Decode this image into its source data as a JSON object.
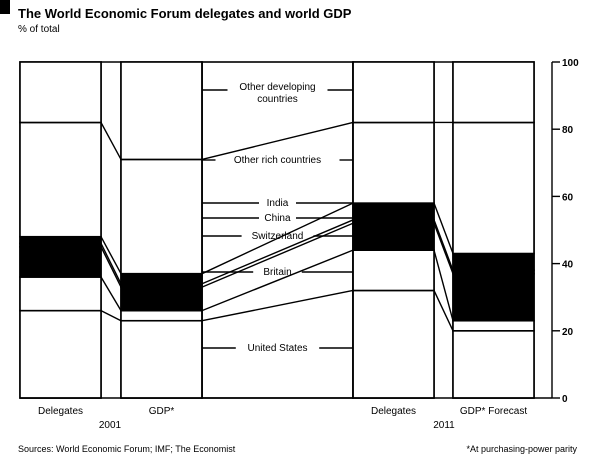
{
  "header": {
    "title": "The World Economic Forum delegates and world GDP",
    "subtitle": "% of total"
  },
  "chart_data": {
    "type": "bar",
    "stacked": true,
    "ylim": [
      0,
      100
    ],
    "yticks": [
      0,
      20,
      40,
      60,
      80,
      100
    ],
    "bars": [
      {
        "key": "d2001",
        "label": "Delegates",
        "group": "2001"
      },
      {
        "key": "g2001",
        "label": "GDP*",
        "group": "2001"
      },
      {
        "key": "d2011",
        "label": "Delegates",
        "group": "2011"
      },
      {
        "key": "g2011",
        "label": "GDP* Forecast",
        "group": "2011"
      }
    ],
    "groups": [
      "2001",
      "2011"
    ],
    "series": [
      {
        "name": "United States",
        "color": "#ffffff",
        "values": {
          "d2001": 26,
          "g2001": 23,
          "d2011": 32,
          "g2011": 20
        }
      },
      {
        "name": "Britain",
        "color": "#ffffff",
        "values": {
          "d2001": 10,
          "g2001": 3,
          "d2011": 12,
          "g2011": 3
        }
      },
      {
        "name": "Switzerland",
        "color": "#000000",
        "values": {
          "d2001": 9,
          "g2001": 7,
          "d2011": 8,
          "g2011": 14
        }
      },
      {
        "name": "China",
        "color": "#000000",
        "values": {
          "d2001": 1,
          "g2001": 1,
          "d2011": 1,
          "g2011": 1
        }
      },
      {
        "name": "India",
        "color": "#000000",
        "values": {
          "d2001": 2,
          "g2001": 3,
          "d2011": 5,
          "g2011": 5
        }
      },
      {
        "name": "Other rich countries",
        "color": "#ffffff",
        "values": {
          "d2001": 34,
          "g2001": 34,
          "d2011": 24,
          "g2011": 39
        }
      },
      {
        "name": "Other developing countries",
        "color": "#ffffff",
        "values": {
          "d2001": 18,
          "g2001": 29,
          "d2011": 18,
          "g2011": 18
        }
      }
    ]
  },
  "footer": {
    "source": "Sources: World Economic Forum; IMF; The Economist",
    "note": "*At purchasing-power parity"
  }
}
